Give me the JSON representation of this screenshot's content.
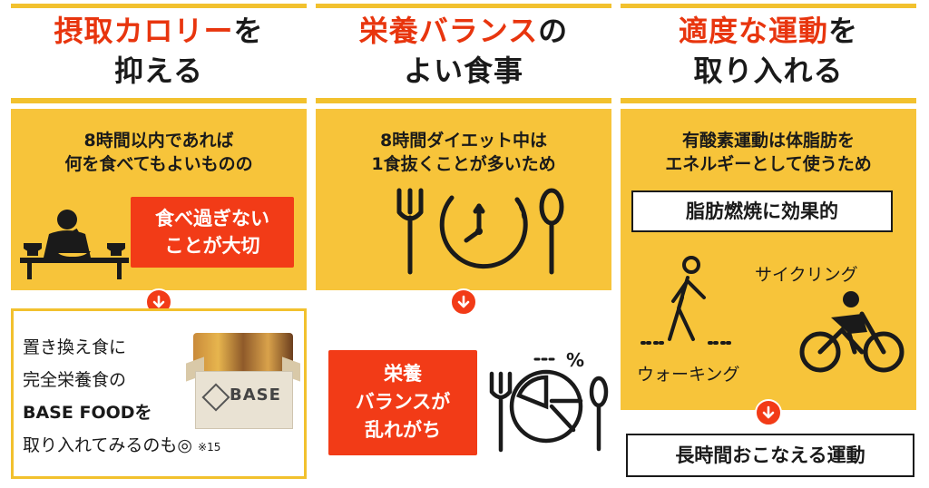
{
  "col1": {
    "heading_highlight": "摂取カロリー",
    "heading_rest1": "を",
    "heading_line2": "抑える",
    "panel_line1": "8時間以内であれば",
    "panel_line2": "何を食べてもよいものの",
    "red_line1": "食べ過ぎない",
    "red_line2": "ことが大切",
    "rec_line1": "置き換え食に",
    "rec_line2": "完全栄養食の",
    "rec_line3": "BASE FOODを",
    "rec_line4": "取り入れてみるのも◎",
    "rec_note": "※15",
    "box_brand": "BASE"
  },
  "col2": {
    "heading_highlight": "栄養バランス",
    "heading_rest1": "の",
    "heading_line2": "よい食事",
    "panel_line1": "8時間ダイエット中は",
    "panel_line2": "1食抜くことが多いため",
    "red_line1": "栄養",
    "red_line2": "バランスが",
    "red_line3": "乱れがち",
    "percent_symbol": "%"
  },
  "col3": {
    "heading_highlight": "適度な運動",
    "heading_rest1": "を",
    "heading_line2": "取り入れる",
    "panel_line1": "有酸素運動は体脂肪を",
    "panel_line2": "エネルギーとして使うため",
    "fat_label": "脂肪燃焼に効果的",
    "cycling_label": "サイクリング",
    "walking_label": "ウォーキング",
    "result_label": "長時間おこなえる運動"
  },
  "colors": {
    "accent": "#f23b17",
    "panel": "#f7c43a",
    "line": "#f2c12e"
  }
}
